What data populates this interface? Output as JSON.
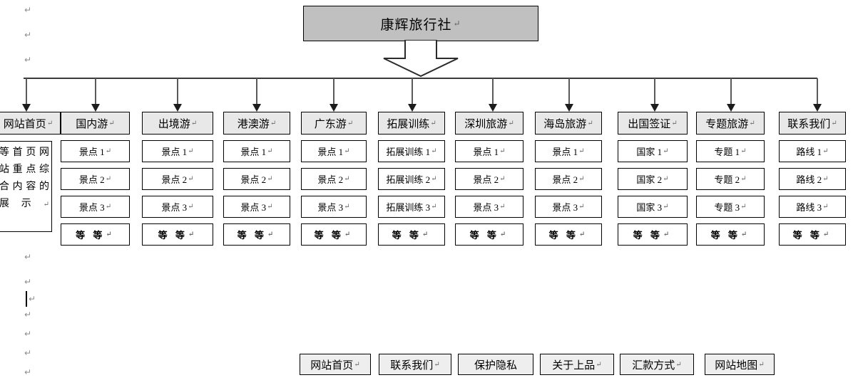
{
  "document": {
    "title_box": {
      "label": "康辉旅行社",
      "mark": "↵",
      "fill_color": "#c0c0c0"
    },
    "paragraph_mark": "↵",
    "header_fill_color": "#e8e8e8",
    "footer_fill_color": "#eeeeee",
    "line_color": "#3a3a3a"
  },
  "columns": [
    {
      "header": "网站首页",
      "description": "等 首 页 网 站 重 点 综 合 内 容 的 展示",
      "items": []
    },
    {
      "header": "国内游",
      "items": [
        "景点 1",
        "景点 2",
        "景点 3",
        "等 等"
      ]
    },
    {
      "header": "出境游",
      "items": [
        "景点 1",
        "景点 2",
        "景点 3",
        "等 等"
      ]
    },
    {
      "header": "港澳游",
      "items": [
        "景点 1",
        "景点 2",
        "景点 3",
        "等 等"
      ]
    },
    {
      "header": "广东游",
      "items": [
        "景点 1",
        "景点 2",
        "景点 3",
        "等 等"
      ]
    },
    {
      "header": "拓展训练",
      "items": [
        "拓展训练 1",
        "拓展训练 2",
        "拓展训练 3",
        "等 等"
      ]
    },
    {
      "header": "深圳旅游",
      "items": [
        "景点 1",
        "景点 2",
        "景点 3",
        "等 等"
      ]
    },
    {
      "header": "海岛旅游",
      "items": [
        "景点 1",
        "景点 2",
        "景点 3",
        "等 等"
      ]
    },
    {
      "header": "出国签证",
      "items": [
        "国家 1",
        "国家 2",
        "国家 3",
        "等 等"
      ]
    },
    {
      "header": "专题旅游",
      "items": [
        "专题 1",
        "专题 2",
        "专题 3",
        "等 等"
      ]
    },
    {
      "header": "联系我们",
      "items": [
        "路线 1",
        "路线 2",
        "路线 3",
        "等 等"
      ]
    }
  ],
  "footer": {
    "items": [
      "网站首页",
      "联系我们",
      "保护隐私",
      "关于上品",
      "汇款方式",
      "网站地图"
    ]
  }
}
